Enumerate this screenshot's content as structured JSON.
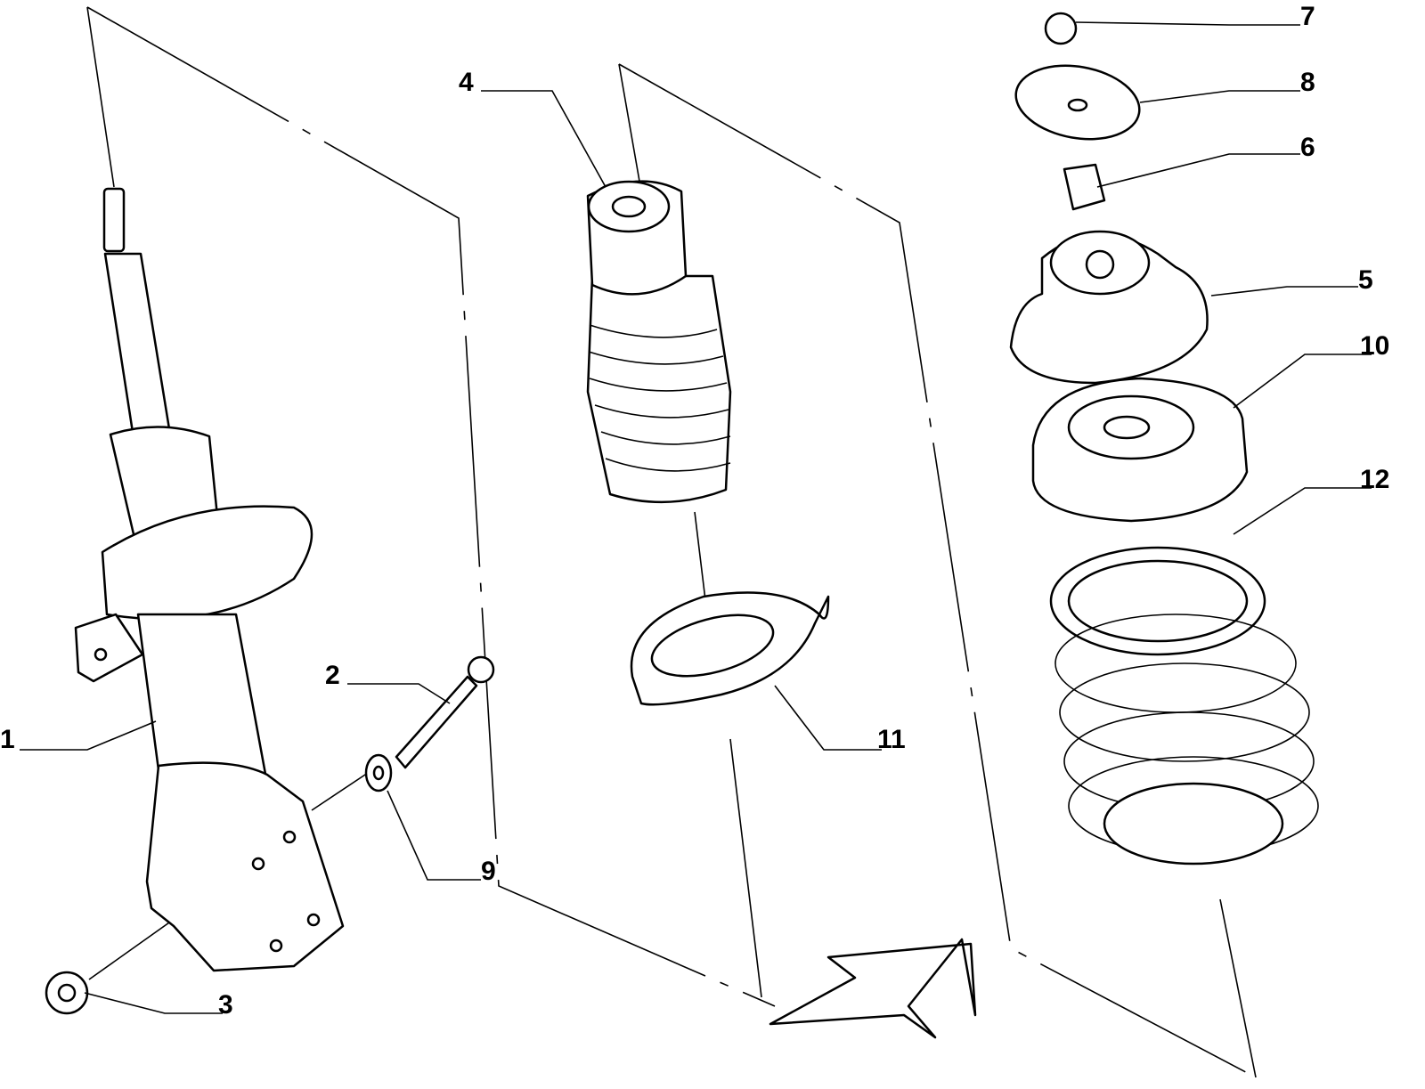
{
  "diagram": {
    "title": "Front shock absorber and spring exploded view",
    "callouts": [
      {
        "id": "1",
        "label": "1"
      },
      {
        "id": "2",
        "label": "2"
      },
      {
        "id": "3",
        "label": "3"
      },
      {
        "id": "4",
        "label": "4"
      },
      {
        "id": "5",
        "label": "5"
      },
      {
        "id": "6",
        "label": "6"
      },
      {
        "id": "7",
        "label": "7"
      },
      {
        "id": "8",
        "label": "8"
      },
      {
        "id": "9",
        "label": "9"
      },
      {
        "id": "10",
        "label": "10"
      },
      {
        "id": "11",
        "label": "11"
      },
      {
        "id": "12",
        "label": "12"
      }
    ],
    "line_color": "#000000",
    "background": "#ffffff"
  }
}
